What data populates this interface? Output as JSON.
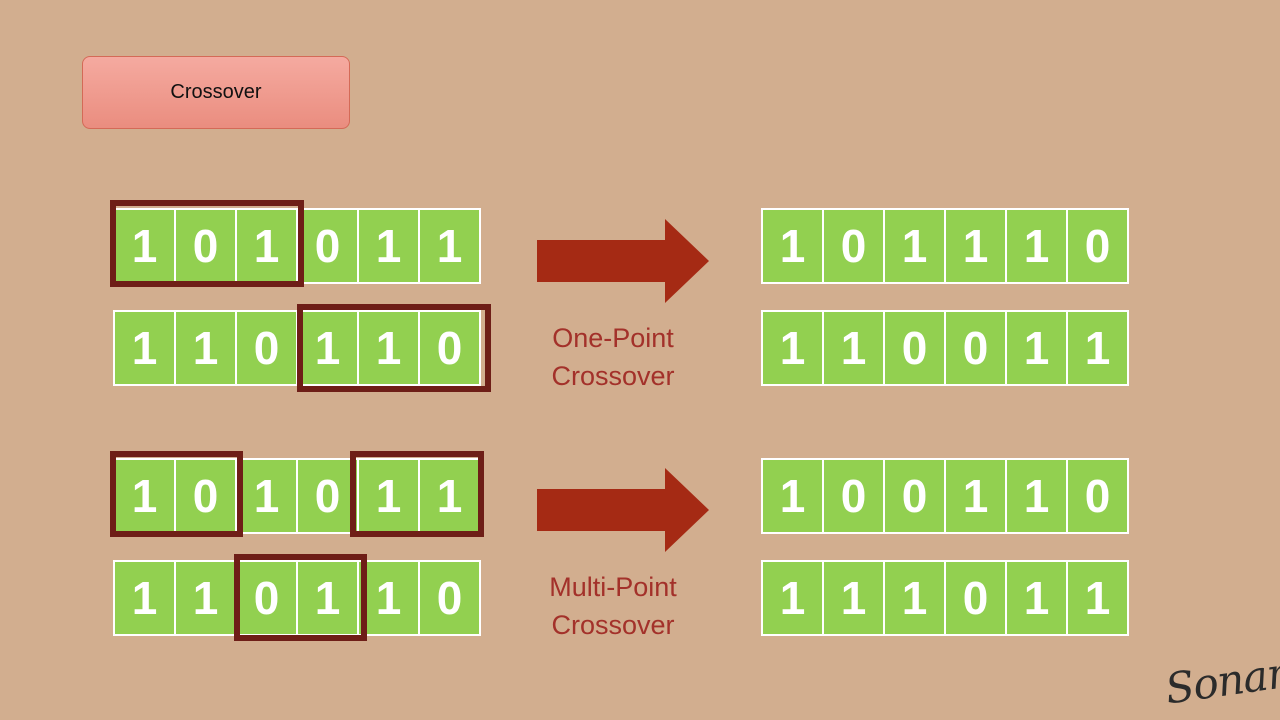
{
  "header": {
    "title": "Crossover"
  },
  "one_point": {
    "caption_line1": "One-Point",
    "caption_line2": "Crossover",
    "parent1": [
      "1",
      "0",
      "1",
      "0",
      "1",
      "1"
    ],
    "parent2": [
      "1",
      "1",
      "0",
      "1",
      "1",
      "0"
    ],
    "child1": [
      "1",
      "0",
      "1",
      "1",
      "1",
      "0"
    ],
    "child2": [
      "1",
      "1",
      "0",
      "0",
      "1",
      "1"
    ]
  },
  "multi_point": {
    "caption_line1": "Multi-Point",
    "caption_line2": "Crossover",
    "parent1": [
      "1",
      "0",
      "1",
      "0",
      "1",
      "1"
    ],
    "parent2": [
      "1",
      "1",
      "0",
      "1",
      "1",
      "0"
    ],
    "child1": [
      "1",
      "0",
      "0",
      "1",
      "1",
      "0"
    ],
    "child2": [
      "1",
      "1",
      "1",
      "0",
      "1",
      "1"
    ]
  },
  "signature": "Sonam",
  "colors": {
    "background": "#d2ae8f",
    "gene": "#92d050",
    "highlight": "#6e1e17",
    "arrow": "#a52a14",
    "caption": "#a3312a"
  }
}
